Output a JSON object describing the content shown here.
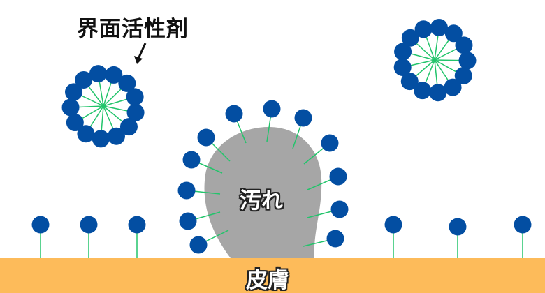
{
  "labels": {
    "surfactant": "界面活性剤",
    "dirt": "汚れ",
    "skin": "皮膚"
  },
  "colors": {
    "head": "#034ea2",
    "tail": "#22c46b",
    "dirt": "#a6a6a6",
    "skin": "#fdbb5a",
    "arrow": "#111111"
  }
}
